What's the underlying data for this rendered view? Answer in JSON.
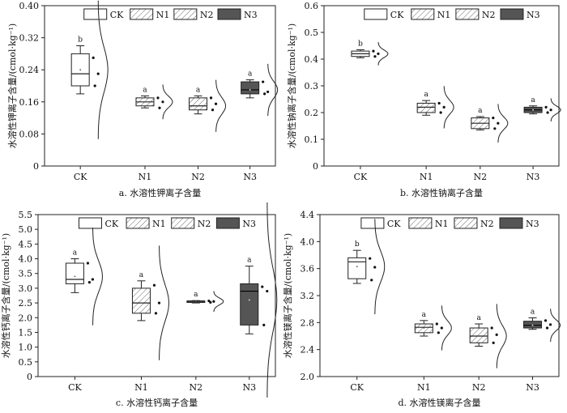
{
  "chart_data": [
    {
      "type": "box",
      "id": "a",
      "caption": "a. 水溶性钾离子含量",
      "ylabel": "水溶性钾离子含量/(cmol·kg⁻¹)",
      "ylim": [
        0,
        0.4
      ],
      "yticks": [
        "0",
        "0.08",
        "0.16",
        "0.24",
        "0.32",
        "0.40"
      ],
      "ytick_values": [
        0,
        0.08,
        0.16,
        0.24,
        0.32,
        0.4
      ],
      "categories": [
        "CK",
        "N1",
        "N2",
        "N3"
      ],
      "legend": [
        "CK",
        "N1",
        "N2",
        "N3"
      ],
      "boxes": [
        {
          "min": 0.18,
          "q1": 0.2,
          "median": 0.23,
          "mean": 0.24,
          "q3": 0.28,
          "max": 0.3,
          "points": [
            0.27,
            0.23,
            0.2
          ],
          "sig": "b"
        },
        {
          "min": 0.145,
          "q1": 0.15,
          "median": 0.16,
          "mean": 0.16,
          "q3": 0.17,
          "max": 0.175,
          "points": [
            0.17,
            0.16,
            0.145
          ],
          "sig": "a"
        },
        {
          "min": 0.13,
          "q1": 0.14,
          "median": 0.15,
          "mean": 0.15,
          "q3": 0.17,
          "max": 0.175,
          "points": [
            0.17,
            0.155,
            0.14
          ],
          "sig": "a"
        },
        {
          "min": 0.17,
          "q1": 0.18,
          "median": 0.19,
          "mean": 0.19,
          "q3": 0.21,
          "max": 0.215,
          "points": [
            0.21,
            0.185,
            0.18
          ],
          "sig": "a"
        }
      ]
    },
    {
      "type": "box",
      "id": "b",
      "caption": "b. 水溶性钠离子含量",
      "ylabel": "水溶性钠离子含量/(cmol·kg⁻¹)",
      "ylim": [
        0,
        0.6
      ],
      "yticks": [
        "0",
        "0.1",
        "0.2",
        "0.3",
        "0.4",
        "0.5",
        "0.6"
      ],
      "ytick_values": [
        0,
        0.1,
        0.2,
        0.3,
        0.4,
        0.5,
        0.6
      ],
      "categories": [
        "CK",
        "N1",
        "N2",
        "N3"
      ],
      "legend": [
        "CK",
        "N1",
        "N2",
        "N3"
      ],
      "boxes": [
        {
          "min": 0.405,
          "q1": 0.41,
          "median": 0.42,
          "mean": 0.42,
          "q3": 0.43,
          "max": 0.435,
          "points": [
            0.43,
            0.42,
            0.41
          ],
          "sig": "b"
        },
        {
          "min": 0.19,
          "q1": 0.2,
          "median": 0.22,
          "mean": 0.22,
          "q3": 0.235,
          "max": 0.245,
          "points": [
            0.235,
            0.22,
            0.2
          ],
          "sig": "a"
        },
        {
          "min": 0.135,
          "q1": 0.14,
          "median": 0.16,
          "mean": 0.16,
          "q3": 0.18,
          "max": 0.185,
          "points": [
            0.18,
            0.16,
            0.14
          ],
          "sig": "a"
        },
        {
          "min": 0.195,
          "q1": 0.2,
          "median": 0.21,
          "mean": 0.21,
          "q3": 0.22,
          "max": 0.225,
          "points": [
            0.22,
            0.21,
            0.2
          ],
          "sig": "a"
        }
      ]
    },
    {
      "type": "box",
      "id": "c",
      "caption": "c. 水溶性钙离子含量",
      "ylabel": "水溶性钙离子含量/(cmol·kg⁻¹)",
      "ylim": [
        0,
        5.5
      ],
      "yticks": [
        "0",
        "0.5",
        "1.0",
        "1.5",
        "2.0",
        "2.5",
        "3.0",
        "3.5",
        "4.0",
        "4.5",
        "5.0",
        "5.5"
      ],
      "ytick_values": [
        0,
        0.5,
        1.0,
        1.5,
        2.0,
        2.5,
        3.0,
        3.5,
        4.0,
        4.5,
        5.0,
        5.5
      ],
      "categories": [
        "CK",
        "N1",
        "N2",
        "N3"
      ],
      "legend": [
        "CK",
        "N1",
        "N2",
        "N3"
      ],
      "boxes": [
        {
          "min": 2.85,
          "q1": 3.15,
          "median": 3.3,
          "mean": 3.4,
          "q3": 3.85,
          "max": 4.0,
          "points": [
            3.85,
            3.3,
            3.2
          ],
          "sig": "a"
        },
        {
          "min": 1.9,
          "q1": 2.15,
          "median": 2.5,
          "mean": 2.5,
          "q3": 3.0,
          "max": 3.25,
          "points": [
            3.1,
            2.5,
            2.15
          ],
          "sig": "a"
        },
        {
          "min": 2.5,
          "q1": 2.52,
          "median": 2.55,
          "mean": 2.55,
          "q3": 2.57,
          "max": 2.58,
          "points": [
            2.57,
            2.55,
            2.52
          ],
          "sig": "a"
        },
        {
          "min": 1.45,
          "q1": 1.75,
          "median": 2.9,
          "mean": 2.6,
          "q3": 3.15,
          "max": 3.75,
          "points": [
            3.05,
            2.9,
            1.75
          ],
          "sig": "a"
        }
      ]
    },
    {
      "type": "box",
      "id": "d",
      "caption": "d. 水溶性镁离子含量",
      "ylabel": "水溶性镁离子含量/(cmol·kg⁻¹)",
      "ylim": [
        2.0,
        4.4
      ],
      "yticks": [
        "2.0",
        "2.4",
        "2.8",
        "3.2",
        "3.6",
        "4.0",
        "4.4"
      ],
      "ytick_values": [
        2.0,
        2.4,
        2.8,
        3.2,
        3.6,
        4.0,
        4.4
      ],
      "categories": [
        "CK",
        "N1",
        "N2",
        "N3"
      ],
      "legend": [
        "CK",
        "N1",
        "N2",
        "N3"
      ],
      "boxes": [
        {
          "min": 3.38,
          "q1": 3.45,
          "median": 3.7,
          "mean": 3.63,
          "q3": 3.76,
          "max": 3.87,
          "points": [
            3.75,
            3.62,
            3.43
          ],
          "sig": "b"
        },
        {
          "min": 2.6,
          "q1": 2.65,
          "median": 2.73,
          "mean": 2.72,
          "q3": 2.78,
          "max": 2.83,
          "points": [
            2.78,
            2.72,
            2.65
          ],
          "sig": "a"
        },
        {
          "min": 2.45,
          "q1": 2.5,
          "median": 2.6,
          "mean": 2.6,
          "q3": 2.72,
          "max": 2.78,
          "points": [
            2.72,
            2.62,
            2.5
          ],
          "sig": "a"
        },
        {
          "min": 2.7,
          "q1": 2.72,
          "median": 2.76,
          "mean": 2.76,
          "q3": 2.82,
          "max": 2.87,
          "points": [
            2.83,
            2.77,
            2.72
          ],
          "sig": "a"
        }
      ]
    }
  ],
  "style": {
    "ck_fill": "#ffffff",
    "n1_fill": "hatch",
    "n2_fill": "hatch",
    "n3_fill": "#555555",
    "line_color": "#222222"
  }
}
